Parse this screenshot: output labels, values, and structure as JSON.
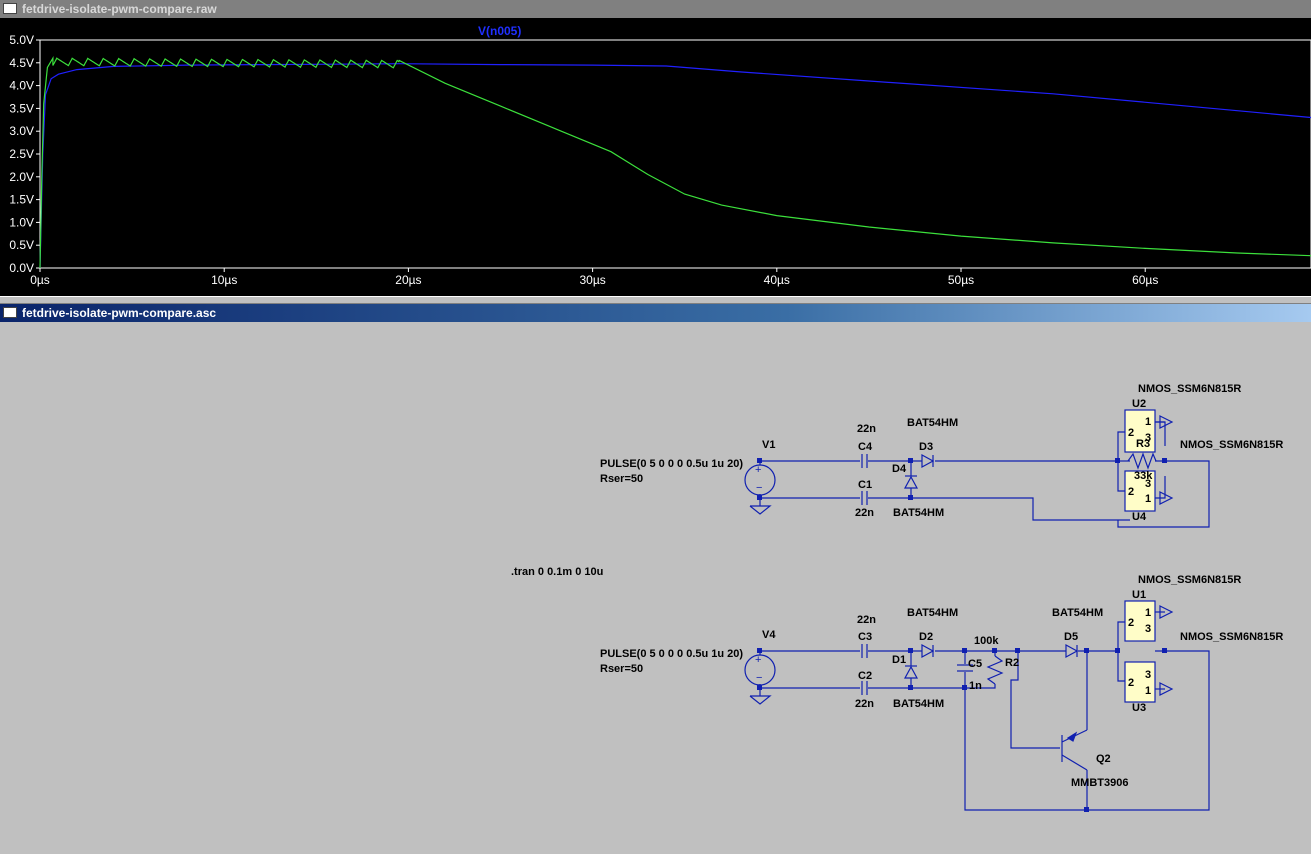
{
  "waveform_window": {
    "title": "fetdrive-isolate-pwm-compare.raw",
    "trace_label": "V(n005)",
    "y_ticks": [
      "5.0V",
      "4.5V",
      "4.0V",
      "3.5V",
      "3.0V",
      "2.5V",
      "2.0V",
      "1.5V",
      "1.0V",
      "0.5V",
      "0.0V"
    ],
    "x_ticks": [
      "0µs",
      "10µs",
      "20µs",
      "30µs",
      "40µs",
      "50µs",
      "60µs"
    ],
    "colors": {
      "background": "#000000",
      "grid_frame": "#ffffff",
      "trace_blue": "#2020ff",
      "trace_green": "#3ce03c",
      "label": "#2030ff"
    }
  },
  "chart_data": {
    "type": "line",
    "xlabel": "",
    "ylabel": "",
    "xlim": [
      0,
      69
    ],
    "ylim": [
      0,
      5
    ],
    "series": [
      {
        "name": "V(n005)",
        "color": "#2020ff",
        "x": [
          0,
          0.15,
          0.3,
          0.6,
          1,
          2,
          4,
          8,
          12,
          16,
          19.5,
          25,
          30,
          34,
          38,
          45,
          55,
          65,
          69
        ],
        "y": [
          0,
          2.5,
          3.8,
          4.15,
          4.25,
          4.35,
          4.42,
          4.45,
          4.46,
          4.47,
          4.48,
          4.46,
          4.45,
          4.43,
          4.3,
          4.1,
          3.82,
          3.45,
          3.3
        ]
      },
      {
        "name": "",
        "color": "#3ce03c",
        "x": [
          0,
          0.1,
          0.2,
          0.4,
          0.7,
          1,
          19.5,
          22,
          25,
          28,
          31,
          33,
          35,
          37,
          40,
          45,
          50,
          55,
          60,
          65,
          69
        ],
        "y": [
          0,
          2.0,
          3.6,
          4.4,
          4.6,
          4.6,
          4.55,
          4.05,
          3.55,
          3.05,
          2.55,
          2.05,
          1.62,
          1.38,
          1.15,
          0.9,
          0.7,
          0.55,
          0.43,
          0.33,
          0.27
        ],
        "ripple": {
          "from": 0.7,
          "to": 19.5,
          "period": 0.84,
          "amplitude": 0.16
        }
      }
    ]
  },
  "schematic_window": {
    "title": "fetdrive-isolate-pwm-compare.asc",
    "labels": {
      "u2_model": "NMOS_SSM6N815R",
      "u2": "U2",
      "u4_model": "NMOS_SSM6N815R",
      "u4": "U4",
      "r3": "R3",
      "r3_value": "33k",
      "d3_model": "BAT54HM",
      "d3": "D3",
      "d4": "D4",
      "d4_model": "BAT54HM",
      "c4_value": "22n",
      "c4": "C4",
      "c1": "C1",
      "c1_value": "22n",
      "v1": "V1",
      "v1_pulse": "PULSE(0 5 0 0 0 0.5u 1u 20)",
      "v1_rser": "Rser=50",
      "tran": ".tran 0 0.1m 0 10u",
      "u1_model": "NMOS_SSM6N815R",
      "u1": "U1",
      "u3_model": "NMOS_SSM6N815R",
      "u3": "U3",
      "d2_model": "BAT54HM",
      "d2": "D2",
      "d1": "D1",
      "d1_model": "BAT54HM",
      "d5_model": "BAT54HM",
      "d5": "D5",
      "c3_value": "22n",
      "c3": "C3",
      "c2": "C2",
      "c2_value": "22n",
      "v4": "V4",
      "v4_pulse": "PULSE(0 5 0 0 0 0.5u 1u 20)",
      "v4_rser": "Rser=50",
      "c5": "C5",
      "c5_value": "1n",
      "r2_value": "100k",
      "r2": "R2",
      "q2": "Q2",
      "q2_model": "MMBT3906"
    },
    "pins": {
      "p1": "1",
      "p2": "2",
      "p3": "3",
      "plus": "+",
      "minus": "−"
    },
    "colors": {
      "wire": "#1020b0",
      "background": "#c0c0c0",
      "component": "#1020b0",
      "ic_fill": "#fffdc8"
    }
  }
}
